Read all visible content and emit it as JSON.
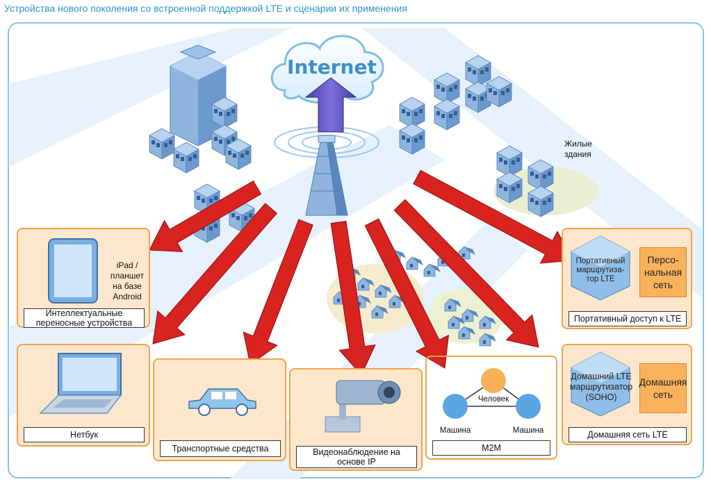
{
  "title": "Устройства нового поколения со встроенной поддержкой LTE и сценарии их применения",
  "internet_label": "Internet",
  "residential_label": "Жилые\nздания",
  "cards": {
    "tablet": {
      "device_label": "iPad /\nпланшет\nна базе\nAndroid",
      "caption": "Интеллектуальные\nпереносные устройства"
    },
    "portable": {
      "router_label": "Портативный\nмаршрутиза-\nтор LTE",
      "box_label": "Персо-\nнальная\nсеть",
      "caption": "Портативный доступ к LTE"
    },
    "netbook": {
      "caption": "Нетбук"
    },
    "vehicles": {
      "caption": "Транспортные средства"
    },
    "video": {
      "caption": "Видеонаблюдение на\nоснове IP"
    },
    "m2m": {
      "caption": "M2M",
      "node_top": "Человек",
      "node_left": "Машина",
      "node_right": "Машина"
    },
    "home": {
      "router_label": "Домашний LTE\nмаршрутизатор\n(SOHO)",
      "box_label": "Домашняя\nсеть",
      "caption": "Домашняя сеть LTE"
    }
  },
  "colors": {
    "title": "#2a94c9",
    "card_fill": "#fde7cc",
    "card_border": "#f2a24a",
    "arrow": "#d8231f",
    "building": "#7fa9d8",
    "road": "#e8f2fb"
  }
}
